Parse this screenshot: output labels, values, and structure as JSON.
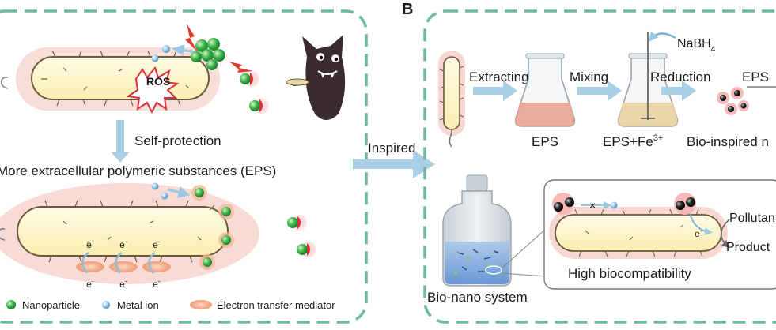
{
  "panel_b_letter": "B",
  "panel_a": {
    "ros_label": "ROS",
    "self_protection_label": "Self-protection",
    "eps_heading": "More extracellular polymeric substances (EPS)",
    "electron_symbol": "e",
    "electron_sup": "-",
    "legend": {
      "nanoparticle": "Nanoparticle",
      "metal_ion": "Metal ion",
      "electron_mediator": "Electron transfer mediator"
    }
  },
  "connector": {
    "inspired_label": "Inspired"
  },
  "panel_b": {
    "steps": {
      "extracting": "Extracting",
      "mixing": "Mixing",
      "reduction": "Reduction",
      "eps_right": "EPS"
    },
    "nabh4": {
      "base": "NaBH",
      "sub": "4"
    },
    "flask_labels": {
      "eps": "EPS",
      "eps_fe_base": "EPS+Fe",
      "eps_fe_sup": "3+",
      "bio_inspired": "Bio-inspired n"
    },
    "bionano_label": "Bio-nano system",
    "high_biocompat": "High biocompatibility",
    "pollutant": "Pollutan",
    "product": "Product",
    "electron_symbol": "e",
    "electron_sup": "-"
  },
  "colors": {
    "dashed_border": "#6fb9a0",
    "arrow_blue": "#a9cfe6",
    "eps_pink": "#f7d7d2",
    "cell_fill": "#fdf6d2",
    "cell_outline": "#7a6a4a",
    "nanoparticle_green": "#3bb54a",
    "metal_ion_blue": "#8fc3e8",
    "mediator_orange": "#f0a27c",
    "red_ball": "#d8303a",
    "monster": "#3a2b2e"
  }
}
